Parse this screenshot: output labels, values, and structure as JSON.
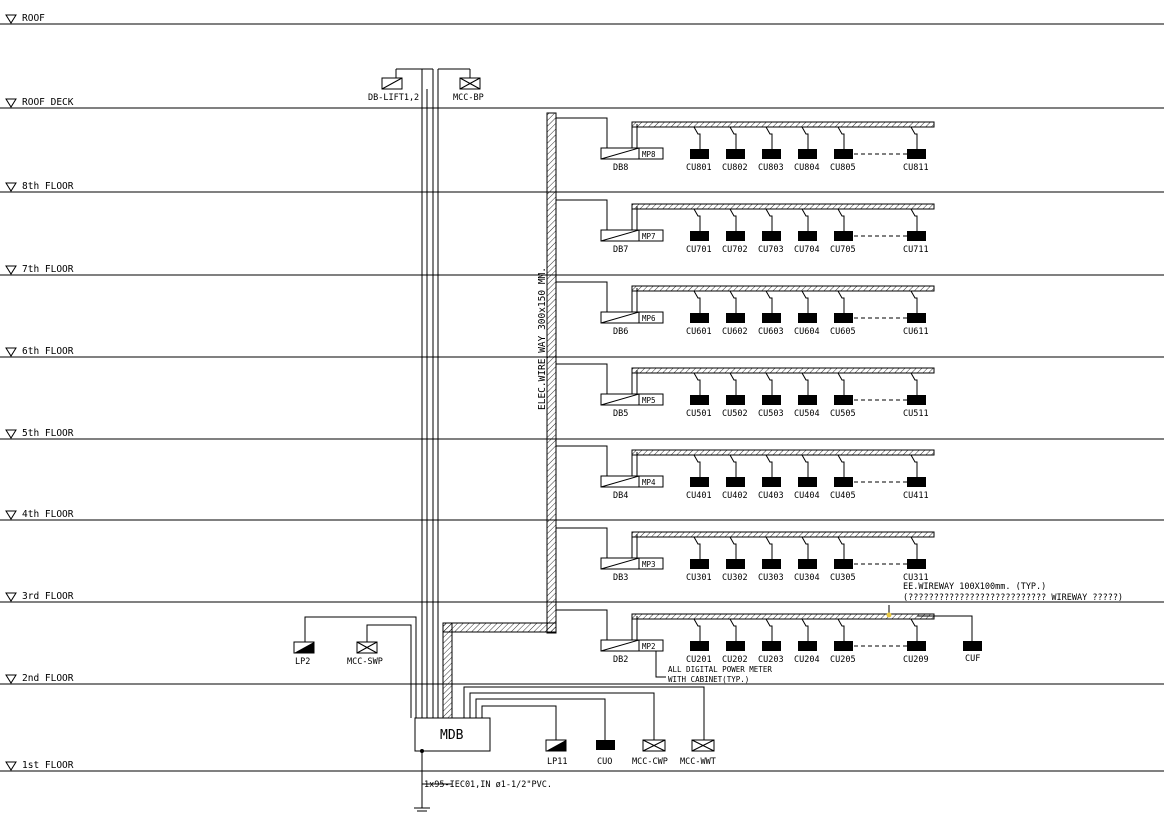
{
  "levels": [
    {
      "name": "ROOF",
      "label": "ROOF"
    },
    {
      "name": "roof-deck",
      "label": "ROOF DECK"
    },
    {
      "name": "8th",
      "label": "8th FLOOR"
    },
    {
      "name": "7th",
      "label": "7th FLOOR"
    },
    {
      "name": "6th",
      "label": "6th FLOOR"
    },
    {
      "name": "5th",
      "label": "5th FLOOR"
    },
    {
      "name": "4th",
      "label": "4th FLOOR"
    },
    {
      "name": "3rd",
      "label": "3rd FLOOR"
    },
    {
      "name": "2nd",
      "label": "2nd FLOOR"
    },
    {
      "name": "1st",
      "label": "1st FLOOR"
    }
  ],
  "floors": [
    {
      "db": "DB8",
      "mp": "MP8",
      "units": [
        "CU801",
        "CU802",
        "CU803",
        "CU804",
        "CU805"
      ],
      "last": "CU811"
    },
    {
      "db": "DB7",
      "mp": "MP7",
      "units": [
        "CU701",
        "CU702",
        "CU703",
        "CU704",
        "CU705"
      ],
      "last": "CU711"
    },
    {
      "db": "DB6",
      "mp": "MP6",
      "units": [
        "CU601",
        "CU602",
        "CU603",
        "CU604",
        "CU605"
      ],
      "last": "CU611"
    },
    {
      "db": "DB5",
      "mp": "MP5",
      "units": [
        "CU501",
        "CU502",
        "CU503",
        "CU504",
        "CU505"
      ],
      "last": "CU511"
    },
    {
      "db": "DB4",
      "mp": "MP4",
      "units": [
        "CU401",
        "CU402",
        "CU403",
        "CU404",
        "CU405"
      ],
      "last": "CU411"
    },
    {
      "db": "DB3",
      "mp": "MP3",
      "units": [
        "CU301",
        "CU302",
        "CU303",
        "CU304",
        "CU305"
      ],
      "last": "CU311"
    },
    {
      "db": "DB2",
      "mp": "MP2",
      "units": [
        "CU201",
        "CU202",
        "CU203",
        "CU204",
        "CU205"
      ],
      "last": "CU209"
    }
  ],
  "equipment": {
    "db_lift": "DB-LIFT1,2",
    "mcc_bp": "MCC-BP",
    "lp2": "LP2",
    "mcc_swp": "MCC-SWP",
    "cuf": "CUF",
    "mdb": "MDB",
    "lp11": "LP11",
    "cuo": "CUO",
    "mcc_cwp": "MCC-CWP",
    "mcc_wwt": "MCC-WWT"
  },
  "notes": {
    "wireway_vertical": "ELEC.WIRE WAY 300x150 MM.",
    "ee_wireway": "EE.WIREWAY 100X100mm. (TYP.)",
    "wireway_note": "(??????????????????????????? WIREWAY ?????)",
    "meter_line1": "ALL DIGITAL POWER METER",
    "meter_line2": "WITH CABINET(TYP.)",
    "feeder": "1x95-IEC01,IN ø1-1/2\"PVC."
  }
}
